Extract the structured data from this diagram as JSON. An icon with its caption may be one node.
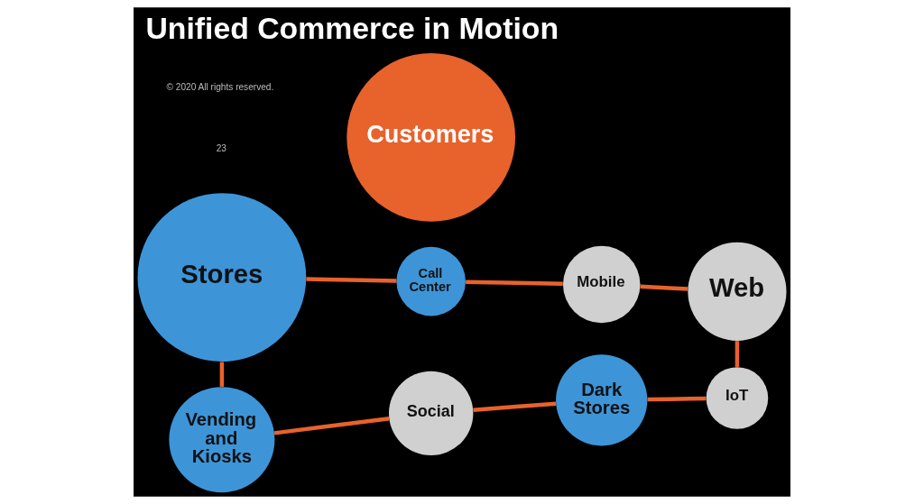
{
  "diagram": {
    "title": "Unified Commerce in Motion",
    "nodes": [
      {
        "text": [
          "Stores"
        ]
      },
      {
        "text": [
          "Call Center"
        ]
      },
      {
        "text": [
          "Mobile"
        ]
      },
      {
        "text": [
          "Web"
        ]
      },
      {
        "text": [
          "Customers"
        ]
      },
      {
        "text": [
          "IoT"
        ]
      },
      {
        "text": [
          "Dark Stores"
        ]
      },
      {
        "text": [
          "Social"
        ]
      },
      {
        "text": [
          "Vending and Kiosks"
        ]
      }
    ],
    "edges": [
      {
        "from": 0,
        "to": 1,
        "arrow": "none"
      },
      {
        "from": 1,
        "to": 2,
        "arrow": "none"
      },
      {
        "from": 2,
        "to": 3,
        "arrow": "none"
      },
      {
        "from": 3,
        "to": 5,
        "arrow": "none"
      },
      {
        "from": 6,
        "to": 5,
        "arrow": "none"
      },
      {
        "from": 7,
        "to": 6,
        "arrow": "none"
      },
      {
        "from": 8,
        "to": 7,
        "arrow": "none"
      },
      {
        "from": 0,
        "to": 8,
        "arrow": "none"
      }
    ],
    "labels": [
      "23",
      "© 2020 All rights reserved."
    ]
  }
}
